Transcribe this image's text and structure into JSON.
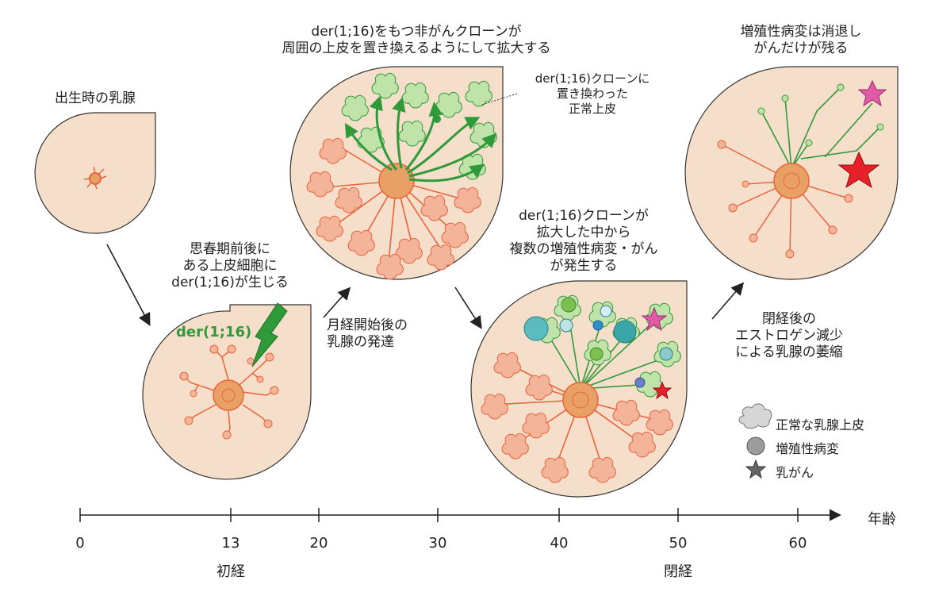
{
  "stages": {
    "birth": "出生時の乳腺",
    "puberty": "思春期前後に\nある上皮細胞に\nder(1;16)が生じる",
    "der_label": "der(1;16)",
    "menarche_arrow": "月経開始後の\n乳腺の発達",
    "expansion": "der(1;16)をもつ非がんクローンが\n周囲の上皮を置き換えるようにして拡大する",
    "replaced": "der(1;16)クローンに\n置き換わった\n正常上皮",
    "lesions": "der(1;16)クローンが\n拡大した中から\n複数の増殖性病変・がん\nが発生する",
    "menopause_arrow": "閉経後の\nエストロゲン減少\nによる乳腺の萎縮",
    "regression": "増殖性病変は消退し\nがんだけが残る"
  },
  "legend": {
    "normal": "正常な乳腺上皮",
    "proliferative": "増殖性病変",
    "cancer": "乳がん"
  },
  "timeline": {
    "ticks": [
      "0",
      "13",
      "20",
      "30",
      "40",
      "50",
      "60"
    ],
    "unit": "年齢",
    "menarche": "初経",
    "menopause": "閉経"
  },
  "colors": {
    "breast_fill": "#f6dfca",
    "duct": "#e8643c",
    "lobule": "#f4b49a",
    "nipple": "#e8a064",
    "clone_green": "#2f9a3a",
    "clone_fill": "#bfe3a8",
    "cancer_red": "#e8202a",
    "cancer_pink": "#e05aa8",
    "teal": "#5bbcc0"
  },
  "icons": [
    "lightning-icon",
    "star-icon",
    "circle-icon",
    "cloud-icon",
    "arrow-icon"
  ]
}
